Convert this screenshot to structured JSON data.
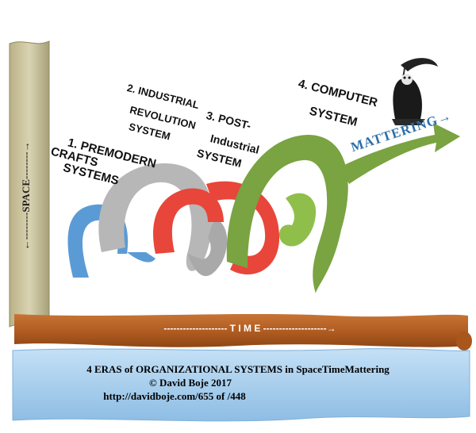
{
  "axes": {
    "space_label": "←--------SPACE--------→",
    "time_label": "-------------------- T I M E --------------------→"
  },
  "eras": [
    {
      "lines": [
        "1. PREMODERN",
        "CRAFTS",
        "SYSTEMS"
      ],
      "color": "#5b9bd5"
    },
    {
      "lines": [
        "2. INDUSTRIAL",
        "REVOLUTION",
        "SYSTEM"
      ],
      "color": "#b7b7b7"
    },
    {
      "lines": [
        "3. POST-",
        "Industrial",
        "SYSTEM"
      ],
      "color": "#e8463a"
    },
    {
      "lines": [
        "4. COMPUTER",
        "SYSTEM"
      ],
      "color": "#7aa341"
    }
  ],
  "mattering_label": "MATTERING→",
  "caption": {
    "line1": "4 ERAS of ORGANIZATIONAL SYSTEMS in SpaceTimeMattering",
    "line2": "© David Boje 2017",
    "line3": "http://davidboje.com/655 of /448"
  },
  "colors": {
    "space_bar": "#c9c29a",
    "time_bar": "#b8652a",
    "scroll": "#a9d0ee",
    "mattering_text": "#2e6fa8"
  }
}
